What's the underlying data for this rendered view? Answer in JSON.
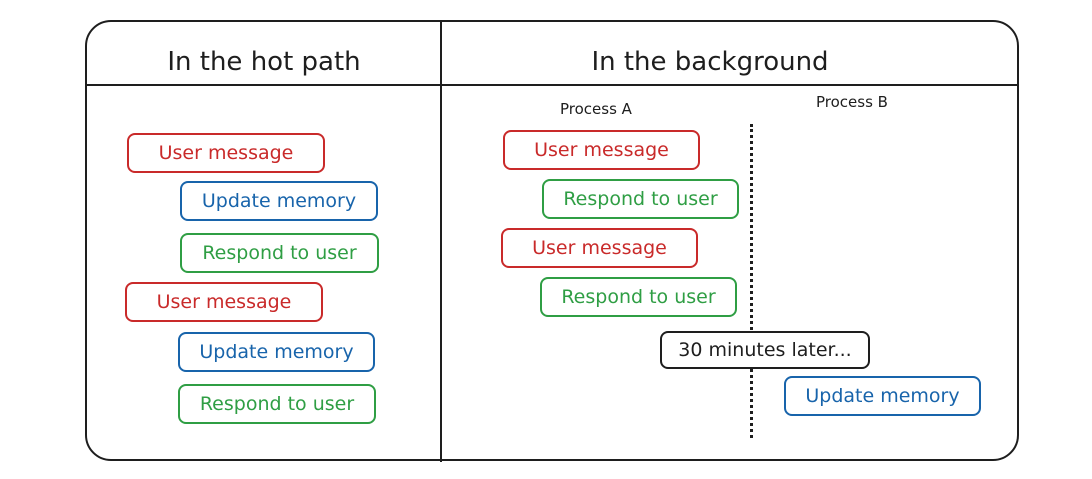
{
  "columns": {
    "hot_path": {
      "title": "In the hot path",
      "steps": [
        {
          "label": "User message",
          "color": "#c92a2a"
        },
        {
          "label": "Update memory",
          "color": "#1864ab"
        },
        {
          "label": "Respond to user",
          "color": "#2f9e44"
        },
        {
          "label": "User message",
          "color": "#c92a2a"
        },
        {
          "label": "Update memory",
          "color": "#1864ab"
        },
        {
          "label": "Respond to user",
          "color": "#2f9e44"
        }
      ]
    },
    "background": {
      "title": "In the background",
      "process_a": {
        "label": "Process A",
        "steps": [
          {
            "label": "User message",
            "color": "#c92a2a"
          },
          {
            "label": "Respond to user",
            "color": "#2f9e44"
          },
          {
            "label": "User message",
            "color": "#c92a2a"
          },
          {
            "label": "Respond to user",
            "color": "#2f9e44"
          }
        ]
      },
      "delay_label": "30 minutes later...",
      "process_b": {
        "label": "Process B",
        "steps": [
          {
            "label": "Update memory",
            "color": "#1864ab"
          }
        ]
      }
    }
  }
}
